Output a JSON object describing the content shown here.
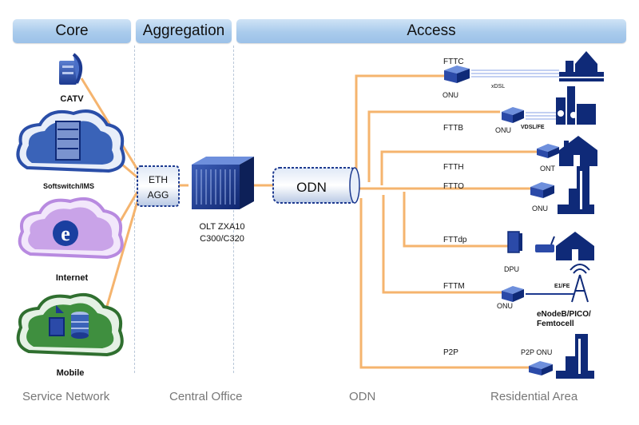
{
  "headers": {
    "core": "Core",
    "aggregation": "Aggregation",
    "access": "Access"
  },
  "sources": {
    "catv": "CATV",
    "softswitch": "Softswitch/IMS",
    "internet": "Internet",
    "mobile": "Mobile"
  },
  "aggregation": {
    "eth_agg_line1": "ETH",
    "eth_agg_line2": "AGG"
  },
  "olt": {
    "line1": "OLT ZXA10",
    "line2": "C300/C320"
  },
  "odn": {
    "label": "ODN"
  },
  "branches": {
    "fttc": "FTTC",
    "fttb": "FTTB",
    "ftth": "FTTH",
    "ftto": "FTTO",
    "fttdp": "FTTdp",
    "fttm": "FTTM",
    "p2p": "P2P"
  },
  "devices": {
    "fttc_onu": "ONU",
    "fttc_link": "xDSL",
    "fttb_onu": "ONU",
    "fttb_link": "VDSL/FE",
    "ftth_ont": "ONT",
    "ftto_onu": "ONU",
    "fttdp_dpu": "DPU",
    "fttm_onu": "ONU",
    "fttm_link": "E1/FE",
    "fttm_site_line1": "eNodeB/PICO/",
    "fttm_site_line2": "Femtocell",
    "p2p_onu": "P2P ONU"
  },
  "footer": {
    "service_network": "Service Network",
    "central_office": "Central Office",
    "odn": "ODN",
    "residential_area": "Residential Area"
  },
  "colors": {
    "fiber": "#f5b46e",
    "header": "#a9cbec",
    "device": "#2b4aa8",
    "device_dark": "#0f2a78",
    "cloud": "#3a63b8",
    "internet_cloud": "#c9a3e8",
    "mobile_cloud": "#3f8f3f"
  },
  "icons": [
    "catv-dish-icon",
    "softswitch-rack-icon",
    "internet-e-icon",
    "mobile-database-icon",
    "house-icon",
    "building-icon",
    "cell-tower-icon",
    "onu-box-icon"
  ]
}
